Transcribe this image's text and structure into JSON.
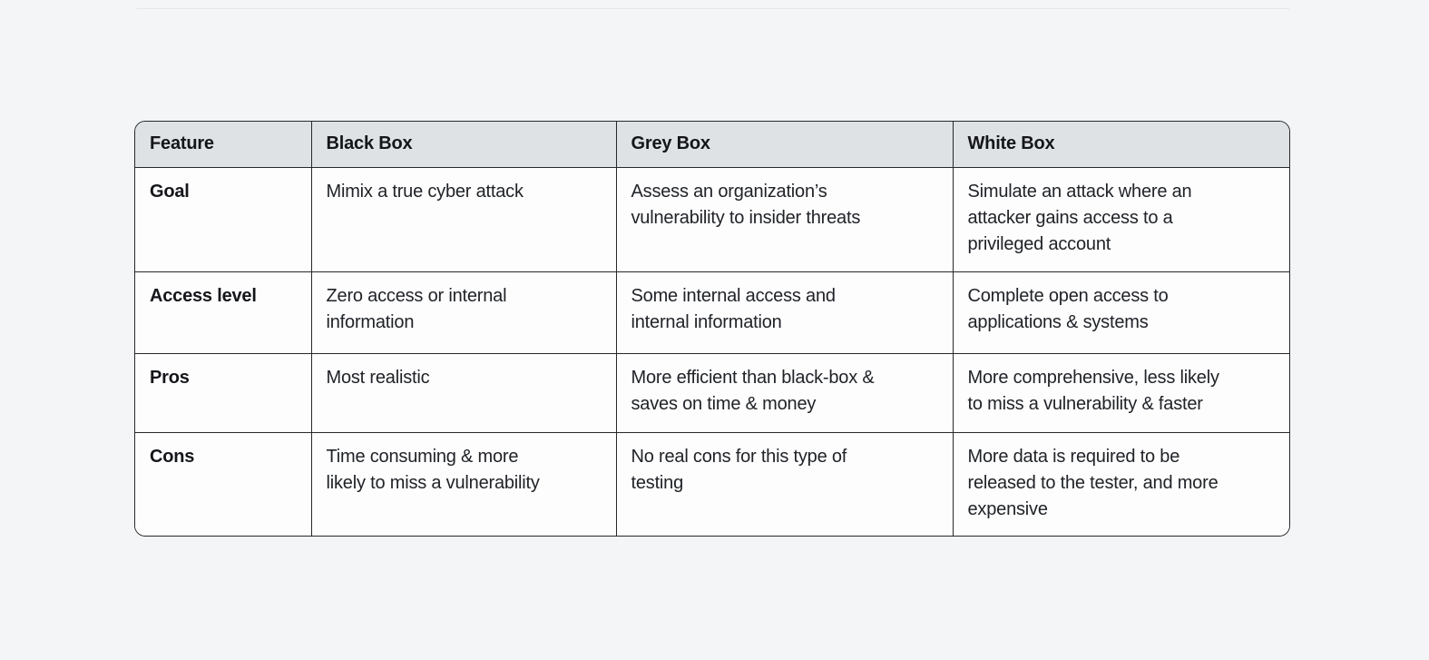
{
  "colors": {
    "page_background": "#f4f5f7",
    "header_background": "#dfe2e5",
    "border": "#26282b",
    "cell_background": "#fdfdfe",
    "text": "#1c1e21"
  },
  "table": {
    "columns": [
      "Feature",
      "Black Box",
      "Grey Box",
      "White Box"
    ],
    "rows": [
      {
        "label": "Goal",
        "cells": [
          "Mimix a true cyber attack",
          "Assess an organization’s\nvulnerability to insider threats",
          "Simulate an attack where an\nattacker gains access to a\nprivileged account"
        ]
      },
      {
        "label": "Access level",
        "cells": [
          "Zero access or internal\ninformation",
          "Some internal access and\ninternal information",
          "Complete open access to\napplications & systems"
        ]
      },
      {
        "label": "Pros",
        "cells": [
          "Most realistic",
          "More efficient than black-box &\nsaves on time & money",
          "More comprehensive, less likely\nto miss a vulnerability & faster"
        ]
      },
      {
        "label": "Cons",
        "cells": [
          "Time consuming & more\nlikely to miss a vulnerability",
          "No real cons for this type of\ntesting",
          "More data is required to be\nreleased to the tester, and more\nexpensive"
        ]
      }
    ]
  }
}
